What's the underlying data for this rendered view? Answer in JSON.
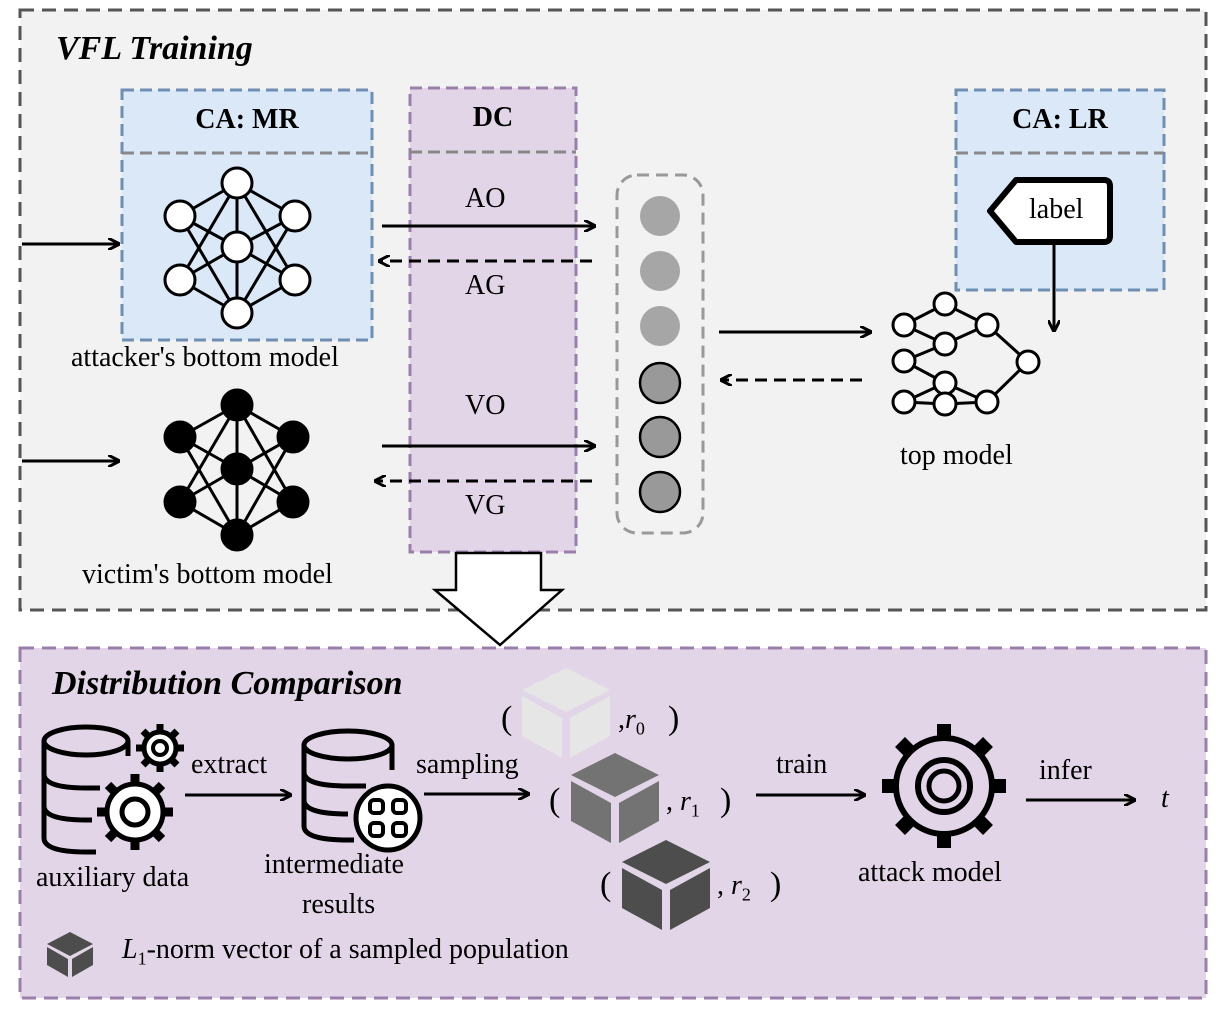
{
  "vfl": {
    "title": "VFL Training",
    "ca_mr": "CA: MR",
    "dc": "DC",
    "ca_lr": "CA: LR",
    "label_tag": "label",
    "ao": "AO",
    "ag": "AG",
    "vo": "VO",
    "vg": "VG",
    "attacker_model": "attacker's bottom model",
    "victim_model": "victim's bottom model",
    "top_model": "top model"
  },
  "dist": {
    "title": "Distribution Comparison",
    "auxiliary": "auxiliary data",
    "extract": "extract",
    "intermediate_line1": "intermediate",
    "intermediate_line2": "results",
    "sampling": "sampling",
    "train": "train",
    "attack_model": "attack model",
    "infer": "infer",
    "t": "t",
    "r": "r",
    "r0_sub": "0",
    "r1_sub": "1",
    "r2_sub": "2",
    "open_paren": "(",
    "close_paren": ")",
    "comma": ",",
    "legend_L": "L",
    "legend_sub": "1",
    "legend_text": "-norm vector of a sampled population"
  },
  "colors": {
    "light_blue": "#dae8f8",
    "purple_fill": "#e2d5e7",
    "gray_bg": "#f2f2f2",
    "neuron_gray": "#a6a6a6",
    "neuron_gray_dark": "#8c8c8c"
  }
}
